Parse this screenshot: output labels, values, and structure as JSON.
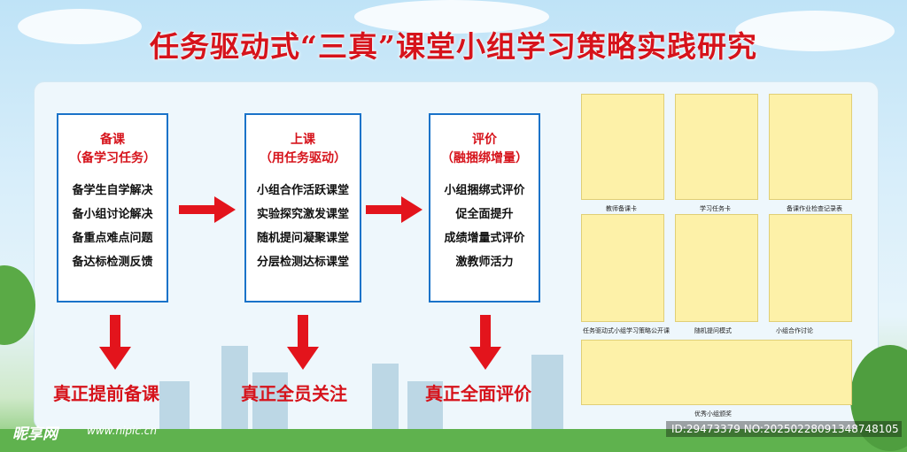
{
  "title": "任务驱动式“三真”课堂小组学习策略实践研究",
  "columns": [
    {
      "heading": "备课",
      "subheading": "（备学习任务）",
      "items": [
        "备学生自学解决",
        "备小组讨论解决",
        "备重点难点问题",
        "备达标检测反馈"
      ],
      "result": "真正提前备课"
    },
    {
      "heading": "上课",
      "subheading": "（用任务驱动）",
      "items": [
        "小组合作活跃课堂",
        "实验探究激发课堂",
        "随机提问凝聚课堂",
        "分层检测达标课堂"
      ],
      "result": "真正全员关注"
    },
    {
      "heading": "评价",
      "subheading": "（融捆绑增量）",
      "items": [
        "小组捆绑式评价",
        "促全面提升",
        "成绩增量式评价",
        "激教师活力"
      ],
      "result": "真正全面评价"
    }
  ],
  "cards": [
    "教师备课卡",
    "学习任务卡",
    "备课作业检查记录表",
    "任务驱动式小组学习策略公开课",
    "随机提问模式",
    "小组合作讨论",
    "优秀小组颁奖"
  ],
  "colors": {
    "title_red": "#d6131b",
    "box_border": "#1a73c9",
    "card_yellow": "#fdf1a8"
  },
  "watermark": {
    "logo": "昵享网",
    "url": "www.nipic.cn",
    "id": "ID:29473379 NO:20250228091348748105"
  }
}
